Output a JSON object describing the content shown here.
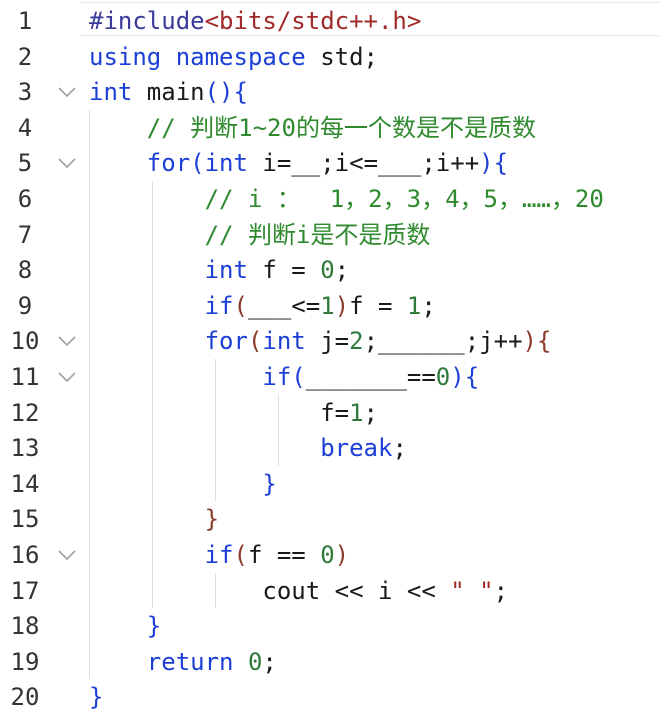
{
  "editor": {
    "lines": [
      {
        "n": "1",
        "segments": [
          {
            "c": "pp",
            "t": "#include"
          },
          {
            "c": "inc",
            "t": "<bits/stdc++.h>"
          }
        ]
      },
      {
        "n": "2",
        "segments": [
          {
            "c": "kw",
            "t": "using"
          },
          {
            "c": "pl",
            "t": " "
          },
          {
            "c": "kw",
            "t": "namespace"
          },
          {
            "c": "pl",
            "t": " std;"
          }
        ]
      },
      {
        "n": "3",
        "segments": [
          {
            "c": "kw",
            "t": "int"
          },
          {
            "c": "pl",
            "t": " main"
          },
          {
            "c": "brb",
            "t": "(){"
          }
        ]
      },
      {
        "n": "4",
        "segments": [
          {
            "c": "pl",
            "t": "    "
          },
          {
            "c": "cm",
            "t": "// 判断1~20的每一个数是不是质数"
          }
        ]
      },
      {
        "n": "5",
        "segments": [
          {
            "c": "pl",
            "t": "    "
          },
          {
            "c": "kw",
            "t": "for"
          },
          {
            "c": "brb",
            "t": "("
          },
          {
            "c": "kw",
            "t": "int"
          },
          {
            "c": "pl",
            "t": " i=__;i<=___;i++"
          },
          {
            "c": "brb",
            "t": "){"
          }
        ]
      },
      {
        "n": "6",
        "segments": [
          {
            "c": "pl",
            "t": "        "
          },
          {
            "c": "cm",
            "t": "// i ：  1，2，3，4，5，……，20"
          }
        ]
      },
      {
        "n": "7",
        "segments": [
          {
            "c": "pl",
            "t": "        "
          },
          {
            "c": "cm",
            "t": "// 判断i是不是质数"
          }
        ]
      },
      {
        "n": "8",
        "segments": [
          {
            "c": "pl",
            "t": "        "
          },
          {
            "c": "kw",
            "t": "int"
          },
          {
            "c": "pl",
            "t": " f = "
          },
          {
            "c": "num",
            "t": "0"
          },
          {
            "c": "pl",
            "t": ";"
          }
        ]
      },
      {
        "n": "9",
        "segments": [
          {
            "c": "pl",
            "t": "        "
          },
          {
            "c": "kw",
            "t": "if"
          },
          {
            "c": "br",
            "t": "("
          },
          {
            "c": "pl",
            "t": "___<="
          },
          {
            "c": "num",
            "t": "1"
          },
          {
            "c": "br",
            "t": ")"
          },
          {
            "c": "pl",
            "t": "f = "
          },
          {
            "c": "num",
            "t": "1"
          },
          {
            "c": "pl",
            "t": ";"
          }
        ]
      },
      {
        "n": "10",
        "segments": [
          {
            "c": "pl",
            "t": "        "
          },
          {
            "c": "kw",
            "t": "for"
          },
          {
            "c": "br",
            "t": "("
          },
          {
            "c": "kw",
            "t": "int"
          },
          {
            "c": "pl",
            "t": " j="
          },
          {
            "c": "num",
            "t": "2"
          },
          {
            "c": "pl",
            "t": ";______;j++"
          },
          {
            "c": "br",
            "t": "){"
          }
        ]
      },
      {
        "n": "11",
        "segments": [
          {
            "c": "pl",
            "t": "            "
          },
          {
            "c": "kw",
            "t": "if"
          },
          {
            "c": "brb",
            "t": "("
          },
          {
            "c": "pl",
            "t": "_______=="
          },
          {
            "c": "num",
            "t": "0"
          },
          {
            "c": "brb",
            "t": "){"
          }
        ]
      },
      {
        "n": "12",
        "segments": [
          {
            "c": "pl",
            "t": "                f="
          },
          {
            "c": "num",
            "t": "1"
          },
          {
            "c": "pl",
            "t": ";"
          }
        ]
      },
      {
        "n": "13",
        "segments": [
          {
            "c": "pl",
            "t": "                "
          },
          {
            "c": "kw",
            "t": "break"
          },
          {
            "c": "pl",
            "t": ";"
          }
        ]
      },
      {
        "n": "14",
        "segments": [
          {
            "c": "pl",
            "t": "            "
          },
          {
            "c": "brb",
            "t": "}"
          }
        ]
      },
      {
        "n": "15",
        "segments": [
          {
            "c": "pl",
            "t": "        "
          },
          {
            "c": "br",
            "t": "}"
          }
        ]
      },
      {
        "n": "16",
        "segments": [
          {
            "c": "pl",
            "t": "        "
          },
          {
            "c": "kw",
            "t": "if"
          },
          {
            "c": "br",
            "t": "("
          },
          {
            "c": "pl",
            "t": "f == "
          },
          {
            "c": "num",
            "t": "0"
          },
          {
            "c": "br",
            "t": ")"
          }
        ]
      },
      {
        "n": "17",
        "segments": [
          {
            "c": "pl",
            "t": "            cout << i << "
          },
          {
            "c": "str",
            "t": "\" \""
          },
          {
            "c": "pl",
            "t": ";"
          }
        ]
      },
      {
        "n": "18",
        "segments": [
          {
            "c": "pl",
            "t": "    "
          },
          {
            "c": "brb",
            "t": "}"
          }
        ]
      },
      {
        "n": "19",
        "segments": [
          {
            "c": "pl",
            "t": "    "
          },
          {
            "c": "kw",
            "t": "return"
          },
          {
            "c": "pl",
            "t": " "
          },
          {
            "c": "num",
            "t": "0"
          },
          {
            "c": "pl",
            "t": ";"
          }
        ]
      },
      {
        "n": "20",
        "segments": [
          {
            "c": "brb",
            "t": "}"
          }
        ]
      }
    ],
    "fold_lines": [
      "3",
      "5",
      "10",
      "11",
      "16"
    ],
    "fold_icon": "chevron-down-icon"
  }
}
